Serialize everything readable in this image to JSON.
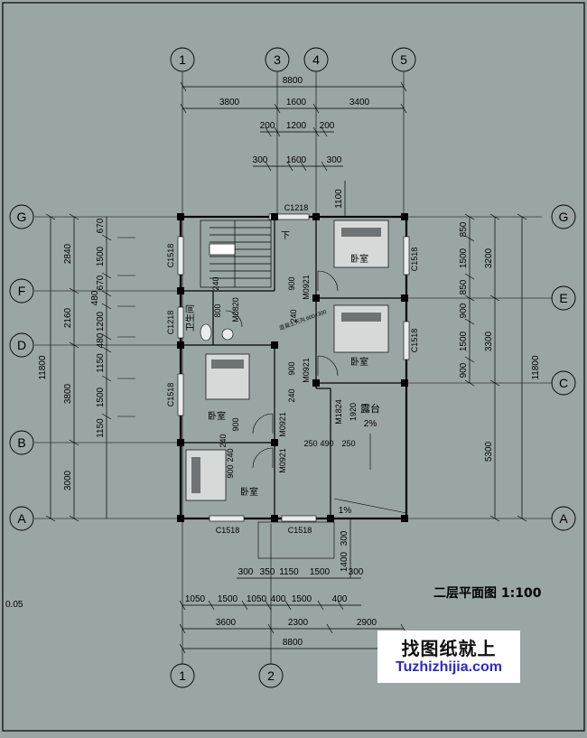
{
  "drawing_title": "二层平面图 1:100",
  "left_note": "0.05",
  "watermark": {
    "cn": "找图纸就上",
    "url": "Tuzhizhijia.com"
  },
  "axes_top": [
    "1",
    "3",
    "4",
    "5"
  ],
  "axes_bottom": [
    "1",
    "2"
  ],
  "axes_left": [
    "G",
    "F",
    "D",
    "B",
    "A"
  ],
  "axes_right": [
    "G",
    "E",
    "C",
    "A"
  ],
  "dims_top": {
    "overall": "8800",
    "row2": [
      "3800",
      "1600",
      "3400"
    ],
    "row3": [
      "200",
      "1200",
      "200"
    ],
    "row4": [
      "300",
      "1600",
      "300"
    ],
    "row5": "1100"
  },
  "dims_bottom": {
    "row1": [
      "300",
      "350",
      "1150",
      "1500",
      "300"
    ],
    "row2": [
      "1050",
      "1500",
      "1050",
      "400",
      "1500",
      "400"
    ],
    "row3": [
      "3600",
      "2300",
      "2900"
    ],
    "overall": "8800",
    "balcony": [
      "300",
      "1400"
    ]
  },
  "dims_left": {
    "overall": "11800",
    "outer": [
      "2840",
      "2160",
      "3800",
      "3000"
    ],
    "inner": [
      "670",
      "1500",
      "670",
      "480",
      "1200",
      "480",
      "1150",
      "1500",
      "1150"
    ]
  },
  "dims_right": {
    "overall": "11800",
    "outer": [
      "3200",
      "3300",
      "5300"
    ],
    "inner": [
      "850",
      "1500",
      "850",
      "900",
      "1500",
      "900"
    ]
  },
  "windows": [
    "C1218",
    "C1518",
    "C1218",
    "C1518",
    "C1518",
    "C1518",
    "C1518",
    "C1518"
  ],
  "doors": [
    "M0921",
    "M0820",
    "M0921",
    "M0921",
    "M0921",
    "M1824"
  ],
  "interior_dims": [
    "240",
    "900",
    "800",
    "240",
    "900",
    "240",
    "900",
    "240",
    "1920",
    "250",
    "490",
    "250",
    "240",
    "900"
  ],
  "rooms": {
    "bedroom": "卧室",
    "bathroom": "卫生间",
    "terrace": "露台",
    "slope": "2%",
    "slope2": "1%",
    "stair_dn": "下",
    "note": "混凝土天沟,600×300"
  }
}
